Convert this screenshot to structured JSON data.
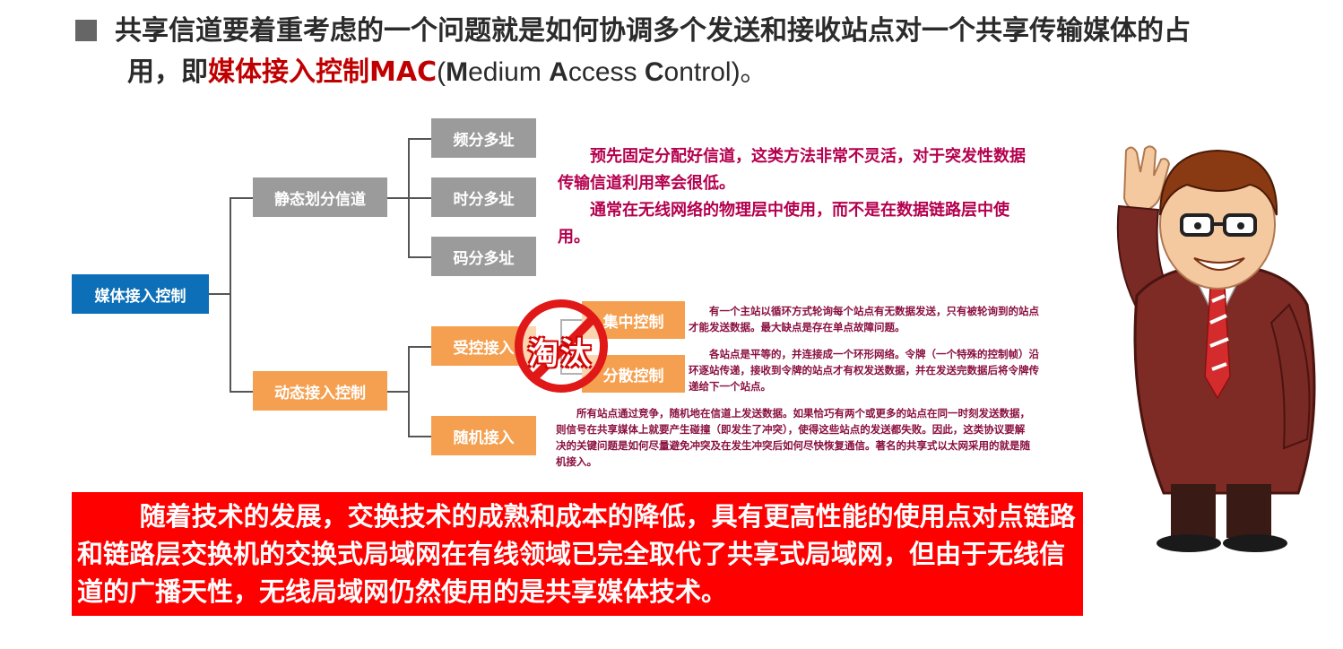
{
  "heading": {
    "line1": "共享信道要着重考虑的一个问题就是如何协调多个发送和接收站点对一个共享传输媒体的占",
    "line2_prefix": "用，即",
    "highlight": "媒体接入控制MAC",
    "acronym_open": "(",
    "acronym_M": "M",
    "acronym_edium": "edium ",
    "acronym_A": "A",
    "acronym_ccess": "ccess ",
    "acronym_C": "C",
    "acronym_ontrol": "ontrol",
    "acronym_close": ")。"
  },
  "tree": {
    "root": "媒体接入控制",
    "static": "静态划分信道",
    "static_children": [
      "频分多址",
      "时分多址",
      "码分多址"
    ],
    "dynamic": "动态接入控制",
    "controlled": "受控接入",
    "controlled_children": [
      "集中控制",
      "分散控制"
    ],
    "random": "随机接入"
  },
  "notes": {
    "static_note_1": "预先固定分配好信道，这类方法非常不灵活，对于突发性数据传输信道利用率会很低。",
    "static_note_2": "通常在无线网络的物理层中使用，而不是在数据链路层中使用。",
    "central_note": "有一个主站以循环方式轮询每个站点有无数据发送，只有被轮询到的站点才能发送数据。最大缺点是存在单点故障问题。",
    "distributed_note": "各站点是平等的，并连接成一个环形网络。令牌（一个特殊的控制帧）沿环逐站传递，接收到令牌的站点才有权发送数据，并在发送完数据后将令牌传递给下一个站点。",
    "random_note": "所有站点通过竞争，随机地在信道上发送数据。如果恰巧有两个或更多的站点在同一时刻发送数据，则信号在共享媒体上就要产生碰撞（即发生了冲突），使得这些站点的发送都失败。因此，这类协议要解决的关键问题是如何尽量避免冲突及在发生冲突后如何尽快恢复通信。著名的共享式以太网采用的就是随机接入。"
  },
  "stamp_text": "淘汰",
  "banner": "随着技术的发展，交换技术的成熟和成本的降低，具有更高性能的使用点对点链路和链路层交换机的交换式局域网在有线领域已完全取代了共享式局域网，但由于无线信道的广播天性，无线局域网仍然使用的是共享媒体技术。",
  "colors": {
    "root": "#0d6fb8",
    "static": "#9b9b9b",
    "dynamic": "#f5a050",
    "banner": "#ff0000",
    "highlight": "#c00000",
    "note": "#b4004e"
  }
}
